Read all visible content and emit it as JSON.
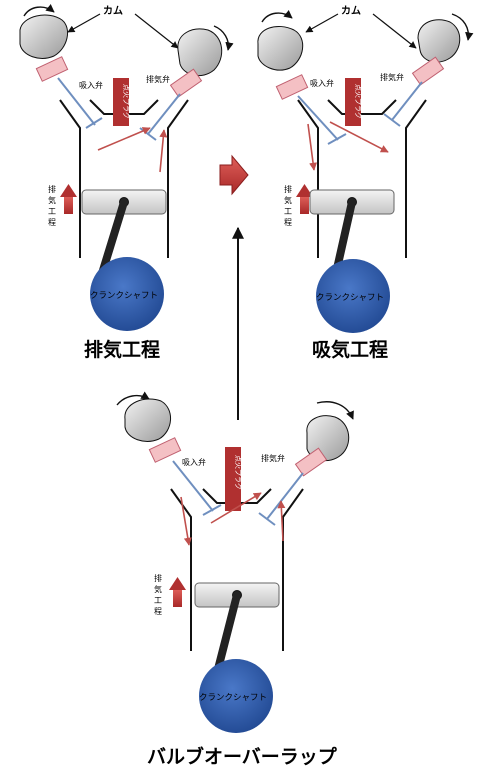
{
  "diagram": {
    "cam_label": "カム",
    "intake_valve": "吸入弁",
    "exhaust_valve": "排気弁",
    "spark_plug": "点火プラグ",
    "crankshaft": "クランクシャフト",
    "stroke_chars": [
      "排",
      "気",
      "工",
      "程"
    ],
    "titles": {
      "exhaust": "排気工程",
      "intake": "吸気工程",
      "overlap": "バルブオーバーラップ"
    }
  },
  "colors": {
    "cylinder": "#111111",
    "valve": "#6f8fbf",
    "valve_spring": "#eaa0a8",
    "spark_plug": "#b03030",
    "red_arrow": "#c0504d",
    "piston": "#d8d8d8",
    "crank": "#2e5aa8",
    "cam": "#bcbcbc"
  }
}
